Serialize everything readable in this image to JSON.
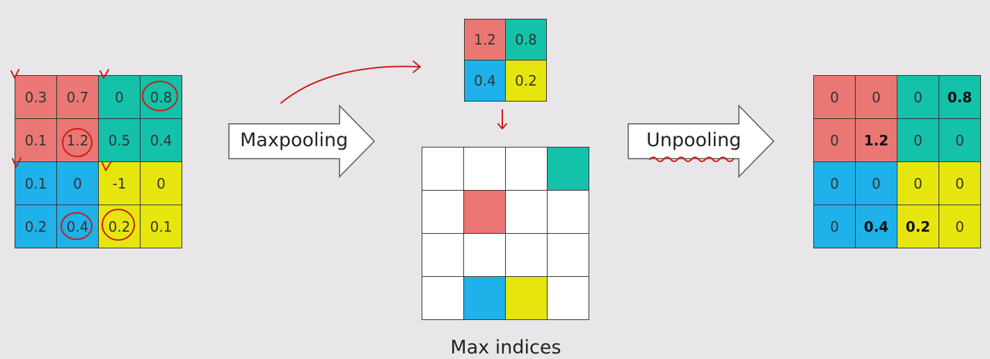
{
  "colors": {
    "red": "#ea7774",
    "teal": "#14c1a9",
    "blue": "#1fb1ea",
    "yellow": "#e6e60e",
    "white": "#ffffff",
    "annotation": "#cc1a14"
  },
  "input_grid": {
    "cells": [
      [
        {
          "v": "0.3",
          "c": "red"
        },
        {
          "v": "0.7",
          "c": "red"
        },
        {
          "v": "0",
          "c": "teal"
        },
        {
          "v": "0.8",
          "c": "teal"
        }
      ],
      [
        {
          "v": "0.1",
          "c": "red"
        },
        {
          "v": "1.2",
          "c": "red"
        },
        {
          "v": "0.5",
          "c": "teal"
        },
        {
          "v": "0.4",
          "c": "teal"
        }
      ],
      [
        {
          "v": "0.1",
          "c": "blue"
        },
        {
          "v": "0",
          "c": "blue"
        },
        {
          "v": "-1",
          "c": "yellow"
        },
        {
          "v": "0",
          "c": "yellow"
        }
      ],
      [
        {
          "v": "0.2",
          "c": "blue"
        },
        {
          "v": "0.4",
          "c": "blue"
        },
        {
          "v": "0.2",
          "c": "yellow"
        },
        {
          "v": "0.1",
          "c": "yellow"
        }
      ]
    ]
  },
  "maxpool_arrow": {
    "label": "Maxpooling"
  },
  "pooled_grid": {
    "cells": [
      [
        {
          "v": "1.2",
          "c": "red"
        },
        {
          "v": "0.8",
          "c": "teal"
        }
      ],
      [
        {
          "v": "0.4",
          "c": "blue"
        },
        {
          "v": "0.2",
          "c": "yellow"
        }
      ]
    ]
  },
  "indices_grid": {
    "caption": "Max indices",
    "cells": [
      [
        "white",
        "white",
        "white",
        "teal"
      ],
      [
        "white",
        "red",
        "white",
        "white"
      ],
      [
        "white",
        "white",
        "white",
        "white"
      ],
      [
        "white",
        "blue",
        "yellow",
        "white"
      ]
    ]
  },
  "unpool_arrow": {
    "label": "Unpooling"
  },
  "output_grid": {
    "cells": [
      [
        {
          "v": "0",
          "c": "red"
        },
        {
          "v": "0",
          "c": "red"
        },
        {
          "v": "0",
          "c": "teal"
        },
        {
          "v": "0.8",
          "c": "teal",
          "bold": true
        }
      ],
      [
        {
          "v": "0",
          "c": "red"
        },
        {
          "v": "1.2",
          "c": "red",
          "bold": true
        },
        {
          "v": "0",
          "c": "teal"
        },
        {
          "v": "0",
          "c": "teal"
        }
      ],
      [
        {
          "v": "0",
          "c": "blue"
        },
        {
          "v": "0",
          "c": "blue"
        },
        {
          "v": "0",
          "c": "yellow"
        },
        {
          "v": "0",
          "c": "yellow"
        }
      ],
      [
        {
          "v": "0",
          "c": "blue"
        },
        {
          "v": "0.4",
          "c": "blue",
          "bold": true
        },
        {
          "v": "0.2",
          "c": "yellow",
          "bold": true
        },
        {
          "v": "0",
          "c": "yellow"
        }
      ]
    ]
  }
}
